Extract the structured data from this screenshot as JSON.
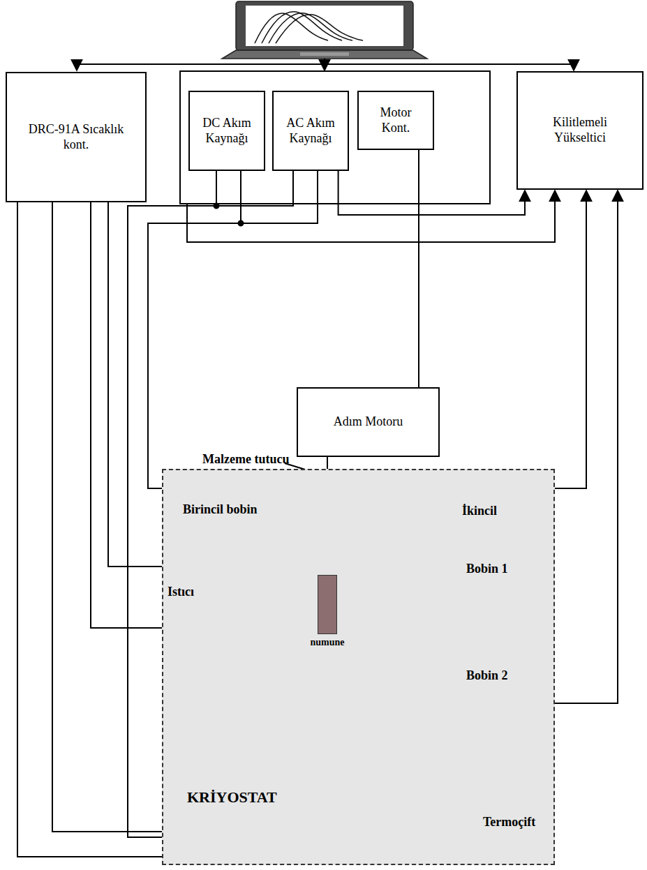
{
  "diagram": {
    "nodes": [
      {
        "text": [
          "DRC-91A Sıcaklık kont."
        ]
      },
      {
        "text": [
          "DC Akım Kaynağı"
        ]
      },
      {
        "text": [
          "AC Akım Kaynağı"
        ]
      },
      {
        "text": [
          "Motor Kont."
        ]
      },
      {
        "text": [
          "Kilitlemeli Yükseltici"
        ]
      },
      {
        "text": [
          "Adım Motoru"
        ]
      },
      {
        "text": [
          "KRİYOSTAT"
        ]
      },
      {
        "text": [
          "numune"
        ],
        "in": 6
      }
    ],
    "edges": [
      {
        "from": 3,
        "to": 5,
        "arrow": "none"
      },
      {
        "from": 5,
        "to": 7,
        "arrow": "none"
      },
      {
        "from": 2,
        "to": 4,
        "arrow": "to"
      }
    ],
    "labels": [
      "Malzeme tutucu",
      "Birincil bobin",
      "İkincil",
      "Bobin 1",
      "Bobin 2",
      "Istıcı",
      "Termoçift"
    ]
  }
}
